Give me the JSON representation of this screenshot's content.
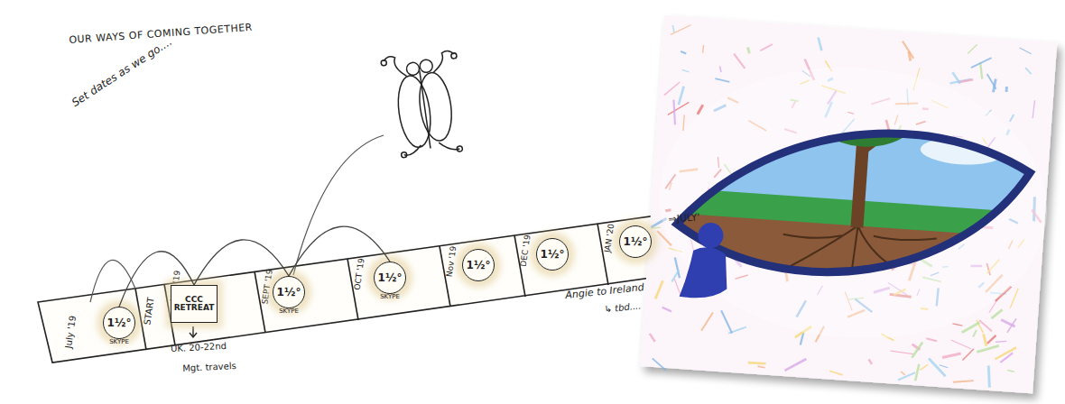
{
  "diagram": {
    "title": "OUR WAYS OF COMING TOGETHER",
    "nodes": [
      {
        "text": [
          "1½°",
          "SKYPE"
        ]
      },
      {
        "text": [
          "CCC RETREAT"
        ]
      },
      {
        "text": [
          "1½°",
          "SKYPE"
        ]
      },
      {
        "text": [
          "1½°",
          "SKYPE"
        ]
      },
      {
        "text": [
          "1½°"
        ]
      },
      {
        "text": [
          "1½°"
        ]
      },
      {
        "text": [
          "1½°"
        ]
      }
    ],
    "edges": [
      {
        "from": 0,
        "to": 1,
        "arrow": "none"
      },
      {
        "from": 1,
        "to": 2,
        "arrow": "none"
      },
      {
        "from": 2,
        "to": 3,
        "arrow": "none"
      }
    ],
    "labels": [
      "Set dates as we go....",
      "July '19",
      "START",
      "AUG '19",
      "UK. 20-22nd",
      "Mgt. travels",
      "SEPT '19",
      "OCT '19",
      "Nov '19",
      "DEC '19",
      "JAN '20",
      "⇒JULY'",
      "Angie to Ireland",
      "↳ tbd...."
    ]
  }
}
